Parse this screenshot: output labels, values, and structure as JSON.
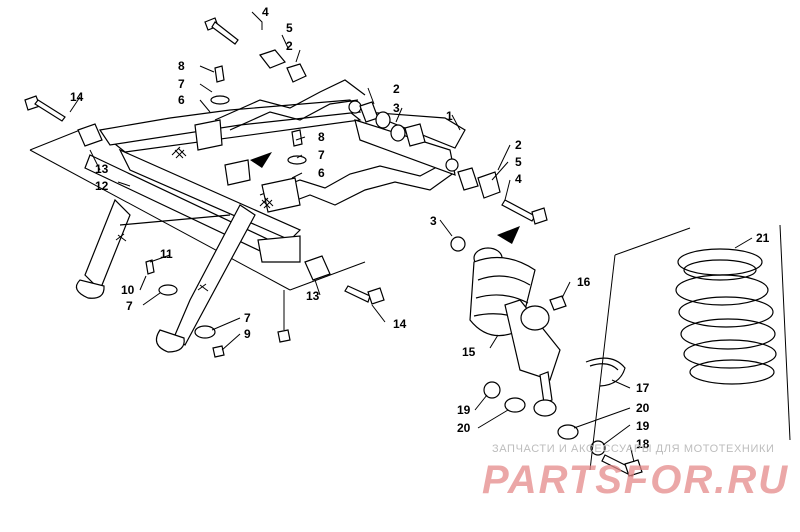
{
  "callouts": [
    {
      "id": "c-4a",
      "label": "4"
    },
    {
      "id": "c-5a",
      "label": "5"
    },
    {
      "id": "c-2a",
      "label": "2"
    },
    {
      "id": "c-8a",
      "label": "8"
    },
    {
      "id": "c-7a",
      "label": "7"
    },
    {
      "id": "c-6a",
      "label": "6"
    },
    {
      "id": "c-14a",
      "label": "14"
    },
    {
      "id": "c-2b",
      "label": "2"
    },
    {
      "id": "c-3a",
      "label": "3"
    },
    {
      "id": "c-1",
      "label": "1"
    },
    {
      "id": "c-8b",
      "label": "8"
    },
    {
      "id": "c-7b",
      "label": "7"
    },
    {
      "id": "c-6b",
      "label": "6"
    },
    {
      "id": "c-13a",
      "label": "13"
    },
    {
      "id": "c-12",
      "label": "12"
    },
    {
      "id": "c-2c",
      "label": "2"
    },
    {
      "id": "c-5b",
      "label": "5"
    },
    {
      "id": "c-4b",
      "label": "4"
    },
    {
      "id": "c-3b",
      "label": "3"
    },
    {
      "id": "c-21",
      "label": "21"
    },
    {
      "id": "c-11",
      "label": "11"
    },
    {
      "id": "c-16",
      "label": "16"
    },
    {
      "id": "c-10",
      "label": "10"
    },
    {
      "id": "c-7c",
      "label": "7"
    },
    {
      "id": "c-13b",
      "label": "13"
    },
    {
      "id": "c-7d",
      "label": "7"
    },
    {
      "id": "c-9",
      "label": "9"
    },
    {
      "id": "c-14b",
      "label": "14"
    },
    {
      "id": "c-15",
      "label": "15"
    },
    {
      "id": "c-17",
      "label": "17"
    },
    {
      "id": "c-19a",
      "label": "19"
    },
    {
      "id": "c-20a",
      "label": "20"
    },
    {
      "id": "c-20b",
      "label": "20"
    },
    {
      "id": "c-19b",
      "label": "19"
    },
    {
      "id": "c-18",
      "label": "18"
    }
  ],
  "watermark": {
    "caption": "ЗАПЧАСТИ И АКСЕССУАРЫ ДЛЯ МОТОТЕХНИКИ",
    "logo_text": "PARTSFOR.RU"
  }
}
